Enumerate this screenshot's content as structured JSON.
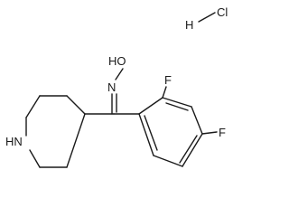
{
  "molecule": {
    "salt": {
      "h_label": "H",
      "cl_label": "Cl"
    },
    "oxime": {
      "n_label": "N",
      "oh_label": "HO"
    },
    "piperidine": {
      "nh_label": "HN"
    },
    "aryl": {
      "f_ortho_label": "F",
      "f_para_label": "F"
    }
  }
}
